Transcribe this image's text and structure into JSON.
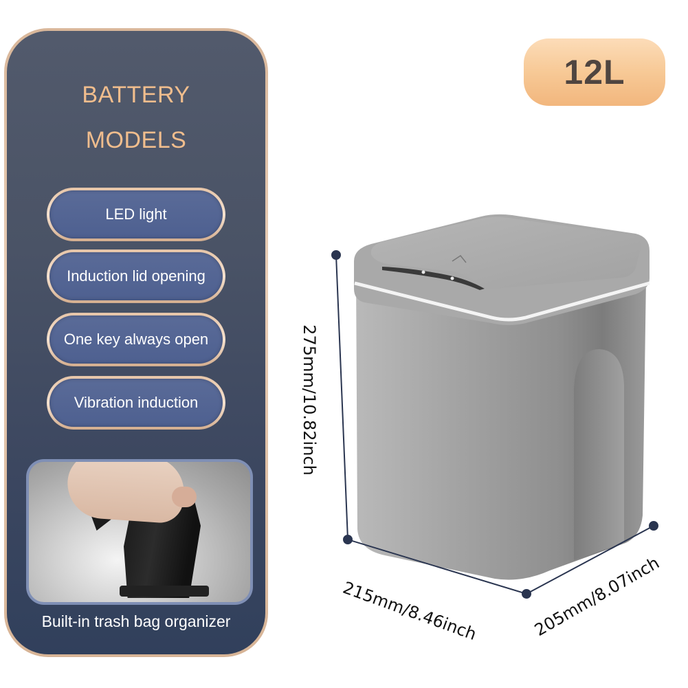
{
  "panel": {
    "title_line1": "BATTERY",
    "title_line2": "MODELS",
    "features": [
      {
        "label": "LED light"
      },
      {
        "label": "Induction lid opening"
      },
      {
        "label": "One key always open"
      },
      {
        "label": "Vibration induction"
      }
    ],
    "photo_caption": "Built-in trash bag organizer"
  },
  "badge": {
    "capacity": "12L"
  },
  "dimensions": {
    "height": "275mm/10.82inch",
    "width": "215mm/8.46inch",
    "depth": "205mm/8.07inch"
  },
  "colors": {
    "panel_bg": "#4a5366",
    "panel_border": "#e2c3a8",
    "title_text": "#f0bd8d",
    "pill_bg": "#5a6b98",
    "badge_bg": "#f7c996",
    "badge_text": "#4f4540",
    "product_gray": "#a8a8a8",
    "dimension_line": "#2a3550"
  }
}
